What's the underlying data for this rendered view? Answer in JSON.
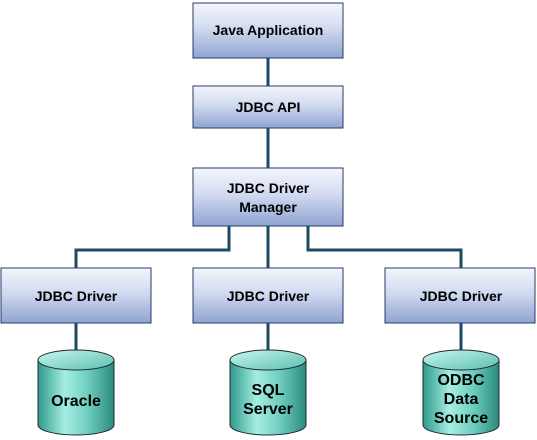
{
  "nodes": {
    "java_application": "Java Application",
    "jdbc_api": "JDBC API",
    "driver_manager": [
      "JDBC Driver",
      "Manager"
    ],
    "drivers": [
      "JDBC Driver",
      "JDBC Driver",
      "JDBC Driver"
    ]
  },
  "databases": [
    {
      "lines": [
        "Oracle"
      ]
    },
    {
      "lines": [
        "SQL",
        "Server"
      ]
    },
    {
      "lines": [
        "ODBC",
        "Data",
        "Source"
      ]
    }
  ],
  "colors": {
    "box_top": "#f4f6fc",
    "box_bottom": "#8fa4d2",
    "box_border": "#2a3a6a",
    "cylinder_light": "#a6eee2",
    "cylinder_dark": "#2e9a8a",
    "connector": "#1f4a66"
  }
}
